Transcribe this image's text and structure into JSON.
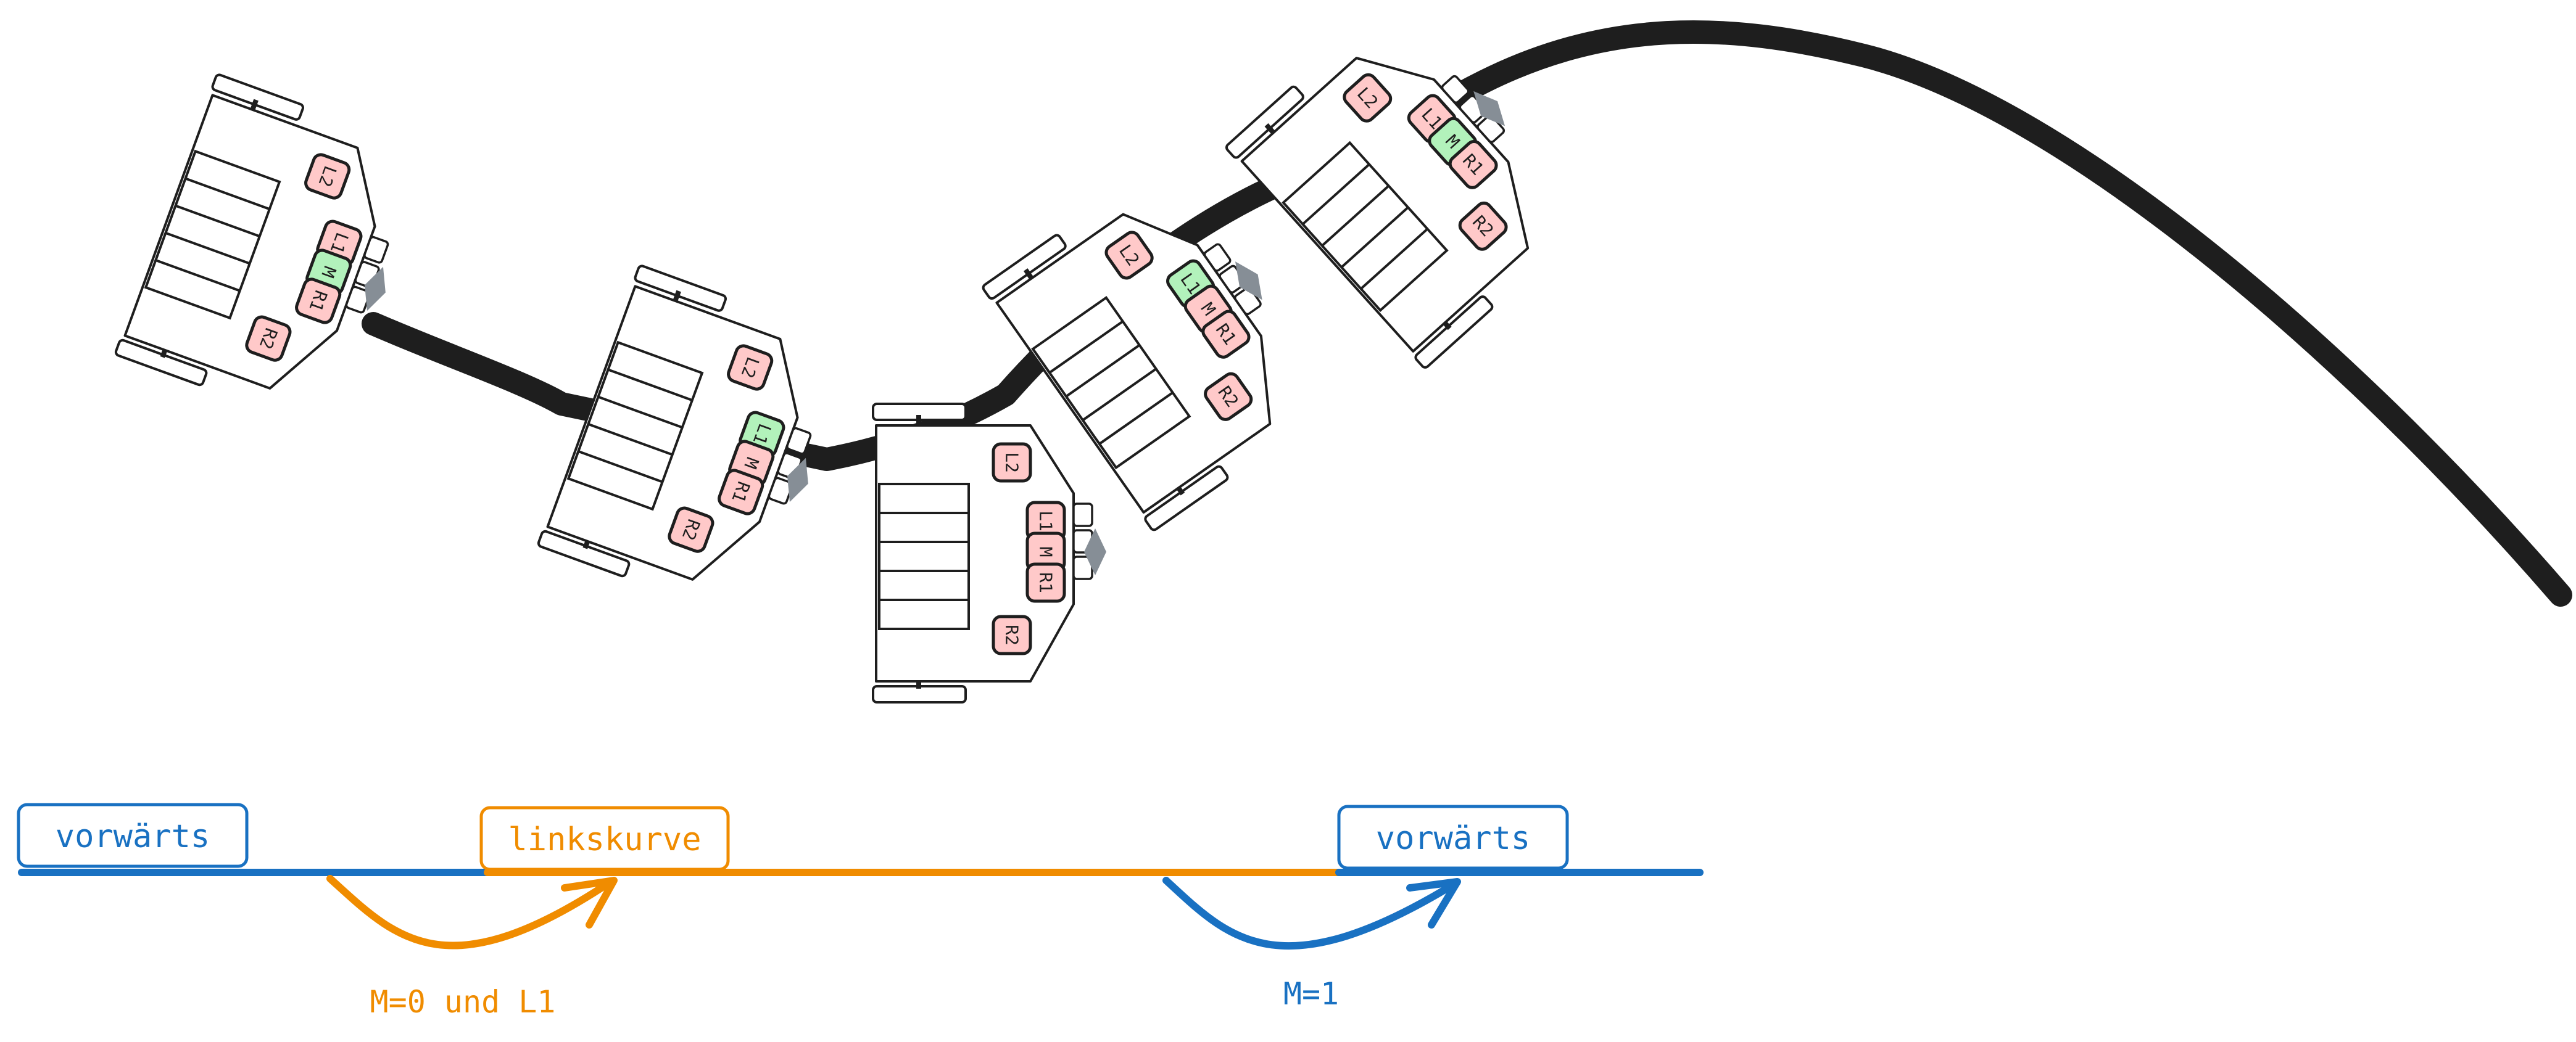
{
  "colors": {
    "line": "#1e1e1e",
    "sensor_off": "#ffc9c9",
    "sensor_on": "#b2f2bb",
    "emitter": "#868e96",
    "forward": "#1971c2",
    "left_curve": "#f08c00"
  },
  "robots": [
    {
      "sensors": [
        {
          "label": "L2",
          "on": false
        },
        {
          "label": "L1",
          "on": false
        },
        {
          "label": "M",
          "on": true
        },
        {
          "label": "R1",
          "on": false
        },
        {
          "label": "R2",
          "on": false
        }
      ]
    },
    {
      "sensors": [
        {
          "label": "L2",
          "on": false
        },
        {
          "label": "L1",
          "on": true
        },
        {
          "label": "M",
          "on": false
        },
        {
          "label": "R1",
          "on": false
        },
        {
          "label": "R2",
          "on": false
        }
      ]
    },
    {
      "sensors": [
        {
          "label": "L2",
          "on": false
        },
        {
          "label": "L1",
          "on": false
        },
        {
          "label": "M",
          "on": false
        },
        {
          "label": "R1",
          "on": false
        },
        {
          "label": "R2",
          "on": false
        }
      ]
    },
    {
      "sensors": [
        {
          "label": "L2",
          "on": false
        },
        {
          "label": "L1",
          "on": true
        },
        {
          "label": "M",
          "on": false
        },
        {
          "label": "R1",
          "on": false
        },
        {
          "label": "R2",
          "on": false
        }
      ]
    },
    {
      "sensors": [
        {
          "label": "L2",
          "on": false
        },
        {
          "label": "L1",
          "on": false
        },
        {
          "label": "M",
          "on": true
        },
        {
          "label": "R1",
          "on": false
        },
        {
          "label": "R2",
          "on": false
        }
      ]
    }
  ],
  "state_machine": {
    "states": [
      {
        "label": "vorwärts",
        "color": "#1971c2"
      },
      {
        "label": "linkskurve",
        "color": "#f08c00"
      },
      {
        "label": "vorwärts",
        "color": "#1971c2"
      }
    ],
    "transitions": [
      {
        "condition": "M=0 und L1",
        "color": "#f08c00"
      },
      {
        "condition": "M=1",
        "color": "#1971c2"
      }
    ]
  }
}
